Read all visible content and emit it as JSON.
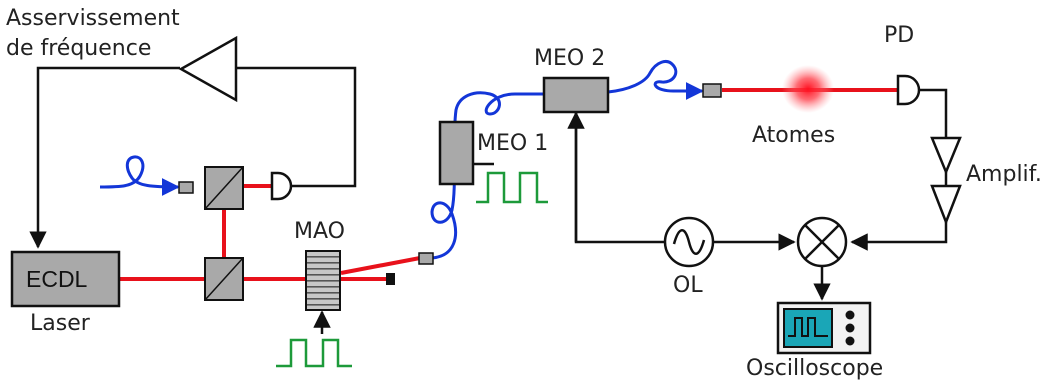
{
  "labels": {
    "feedback_line1": "Asservissement",
    "feedback_line2": "de fréquence",
    "laser_box": "ECDL",
    "laser": "Laser",
    "aom": "MAO",
    "eom1": "MEO 1",
    "eom2": "MEO 2",
    "atoms": "Atomes",
    "photodiode": "PD",
    "amplifier": "Amplif.",
    "local_oscillator": "OL",
    "oscilloscope": "Oscilloscope"
  },
  "colors": {
    "laser_beam": "#e8111b",
    "fiber": "#1336d8",
    "signal_pulse": "#1d9a3a",
    "component_fill": "#a9a9a9",
    "wire": "#111111",
    "scope_screen": "#1aa6b7"
  },
  "icons": [
    "beamsplitter-cube-icon",
    "photodiode-icon",
    "amplifier-triangle-icon",
    "mixer-icon",
    "sine-oscillator-icon",
    "fiber-coupler-icon",
    "beam-dump-icon",
    "pulse-train-icon"
  ]
}
